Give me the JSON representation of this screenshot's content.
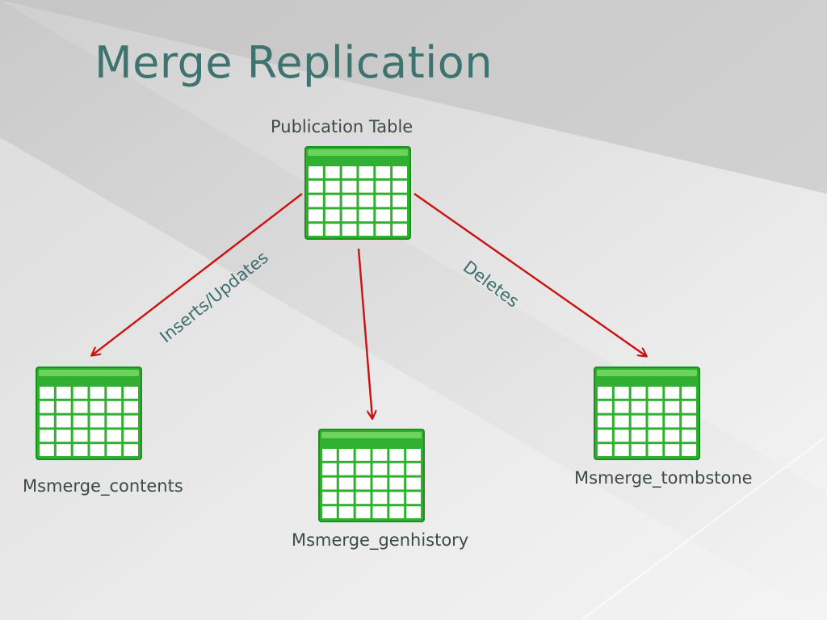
{
  "slide": {
    "title": "Merge Replication"
  },
  "diagram": {
    "source_table": {
      "label": "Publication Table",
      "icon": "table-icon"
    },
    "target_tables": [
      {
        "label": "Msmerge_contents",
        "icon": "table-icon"
      },
      {
        "label": "Msmerge_genhistory",
        "icon": "table-icon"
      },
      {
        "label": "Msmerge_tombstone",
        "icon": "table-icon"
      }
    ],
    "edges": [
      {
        "from": "Publication Table",
        "to": "Msmerge_contents",
        "label": "Inserts/Updates"
      },
      {
        "from": "Publication Table",
        "to": "Msmerge_genhistory",
        "label": ""
      },
      {
        "from": "Publication Table",
        "to": "Msmerge_tombstone",
        "label": "Deletes"
      }
    ],
    "colors": {
      "table_green": "#2fb12f",
      "table_dark_green": "#1f8f1f",
      "arrow_red": "#cc1111",
      "title_teal": "#3f7370"
    }
  }
}
